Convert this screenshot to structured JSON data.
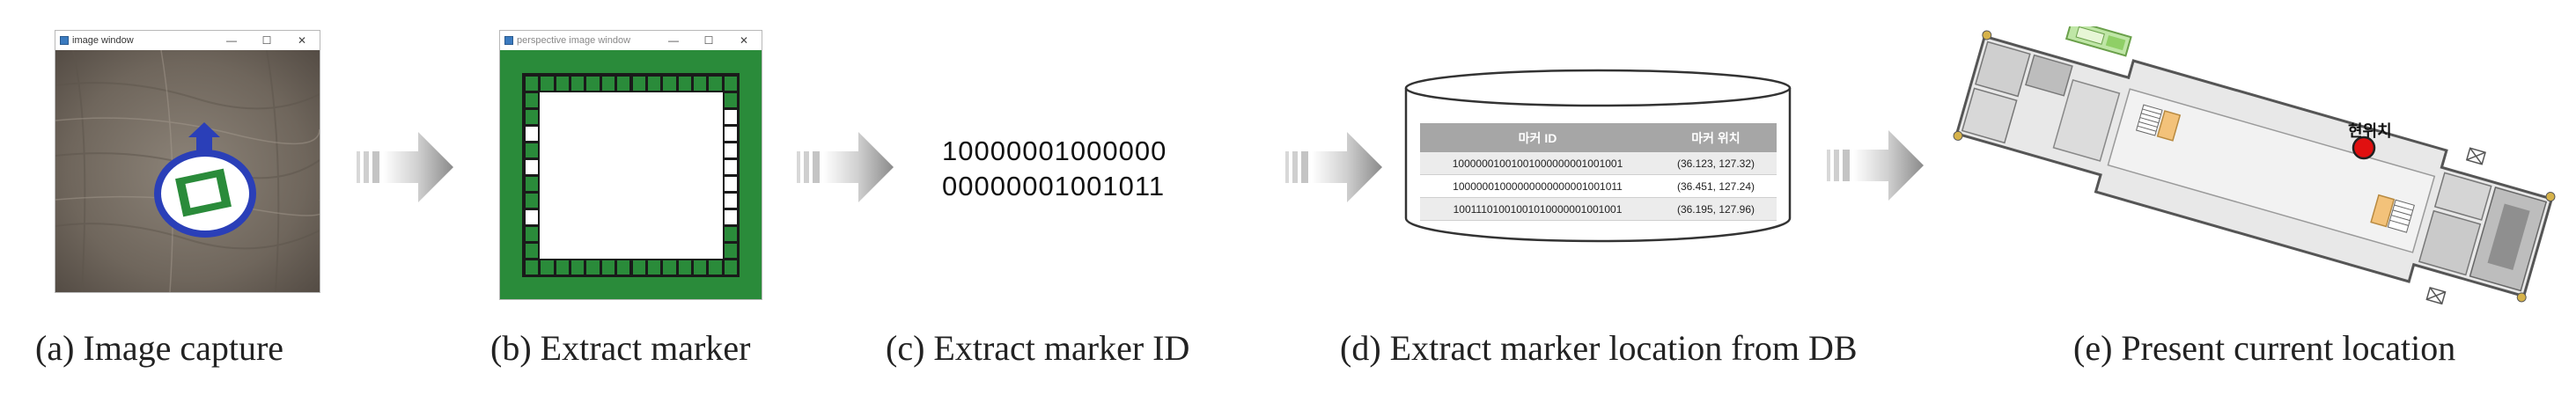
{
  "panel_a": {
    "window_title": "image window",
    "controls": {
      "minimize": "—",
      "maximize": "☐",
      "close": "✕"
    }
  },
  "panel_b": {
    "window_title": "perspective image window",
    "controls": {
      "minimize": "—",
      "maximize": "☐",
      "close": "✕"
    },
    "marker_rows": [
      "11111111111111",
      "10000000000001",
      "10000000000000",
      "00000000000000",
      "10000000000000",
      "00000000000000",
      "10000000000000",
      "10000000000000",
      "00000000000000",
      "10000000000001",
      "10000000000001",
      "11111111111111"
    ]
  },
  "panel_c": {
    "id_line1": "10000001000000",
    "id_line2": "00000001001011"
  },
  "panel_d": {
    "headers": [
      "마커 ID",
      "마커 위치"
    ],
    "rows": [
      {
        "id": "10000001001001000000001001001",
        "loc": "(36.123, 127.32)"
      },
      {
        "id": "10000001000000000000001001011",
        "loc": "(36.451, 127.24)"
      },
      {
        "id": "10011101001001010000001001001",
        "loc": "(36.195, 127.96)"
      }
    ]
  },
  "panel_e": {
    "location_label": "현위치"
  },
  "captions": {
    "a": "(a) Image capture",
    "b": "(b) Extract marker",
    "c": "(c) Extract marker ID",
    "d": "(d) Extract marker location from DB",
    "e": "(e) Present current location"
  },
  "colors": {
    "marker_green": "#2a8b3a",
    "arrow_gray": "#9a9a9a",
    "location_dot": "#e01010",
    "blue_ring": "#2a3fb8"
  }
}
